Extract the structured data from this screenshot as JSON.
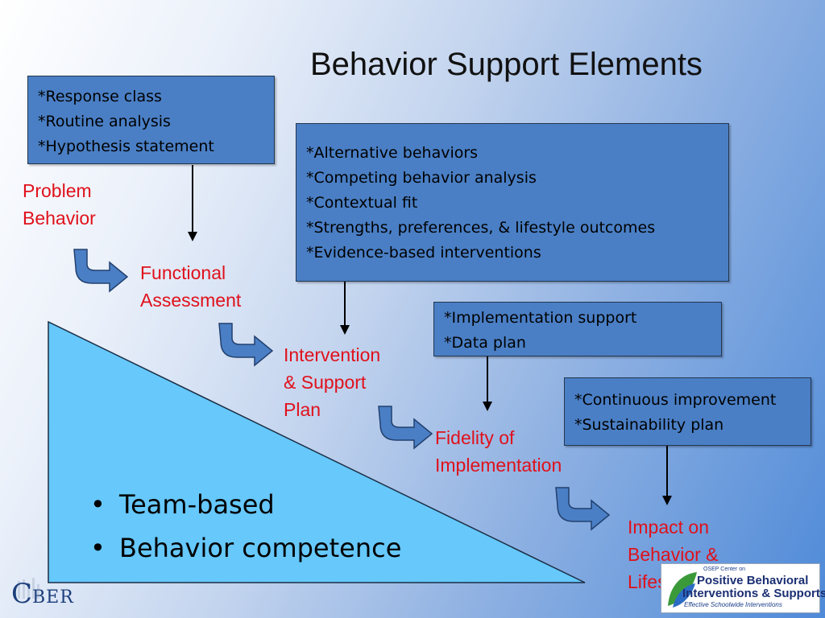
{
  "title": "Behavior Support Elements",
  "boxes": {
    "assessment_details": [
      "*Response class",
      "*Routine analysis",
      "*Hypothesis statement"
    ],
    "intervention_details": [
      "*Alternative behaviors",
      "*Competing behavior analysis",
      "*Contextual fit",
      "*Strengths, preferences, & lifestyle outcomes",
      "*Evidence-based interventions"
    ],
    "fidelity_details": [
      "*Implementation support",
      "*Data plan"
    ],
    "impact_details": [
      "*Continuous improvement",
      "*Sustainability plan"
    ]
  },
  "steps": {
    "problem": [
      "Problem",
      "Behavior"
    ],
    "functional": [
      "Functional",
      "Assessment"
    ],
    "intervention": [
      "Intervention",
      "& Support",
      "Plan"
    ],
    "fidelity": [
      "Fidelity of",
      "Implementation"
    ],
    "impact": [
      "Impact on",
      "Behavior &",
      "Lifestyle"
    ]
  },
  "bullets": [
    "Team-based",
    "Behavior competence"
  ],
  "bullet_symbol": "•",
  "logos": {
    "cber": {
      "big_c": "C",
      "rest": "BER"
    },
    "pbis": {
      "top": "OSEP Center on",
      "line1": "Positive Behavioral",
      "line2": "Interventions & Supports",
      "line3": "Effective Schoolwide Interventions"
    }
  },
  "colors": {
    "box_fill": "#4a7fc5",
    "step_text": "#e0111b",
    "triangle_fill": "#66c8fb",
    "curved_arrow": "#4a7fc5"
  }
}
